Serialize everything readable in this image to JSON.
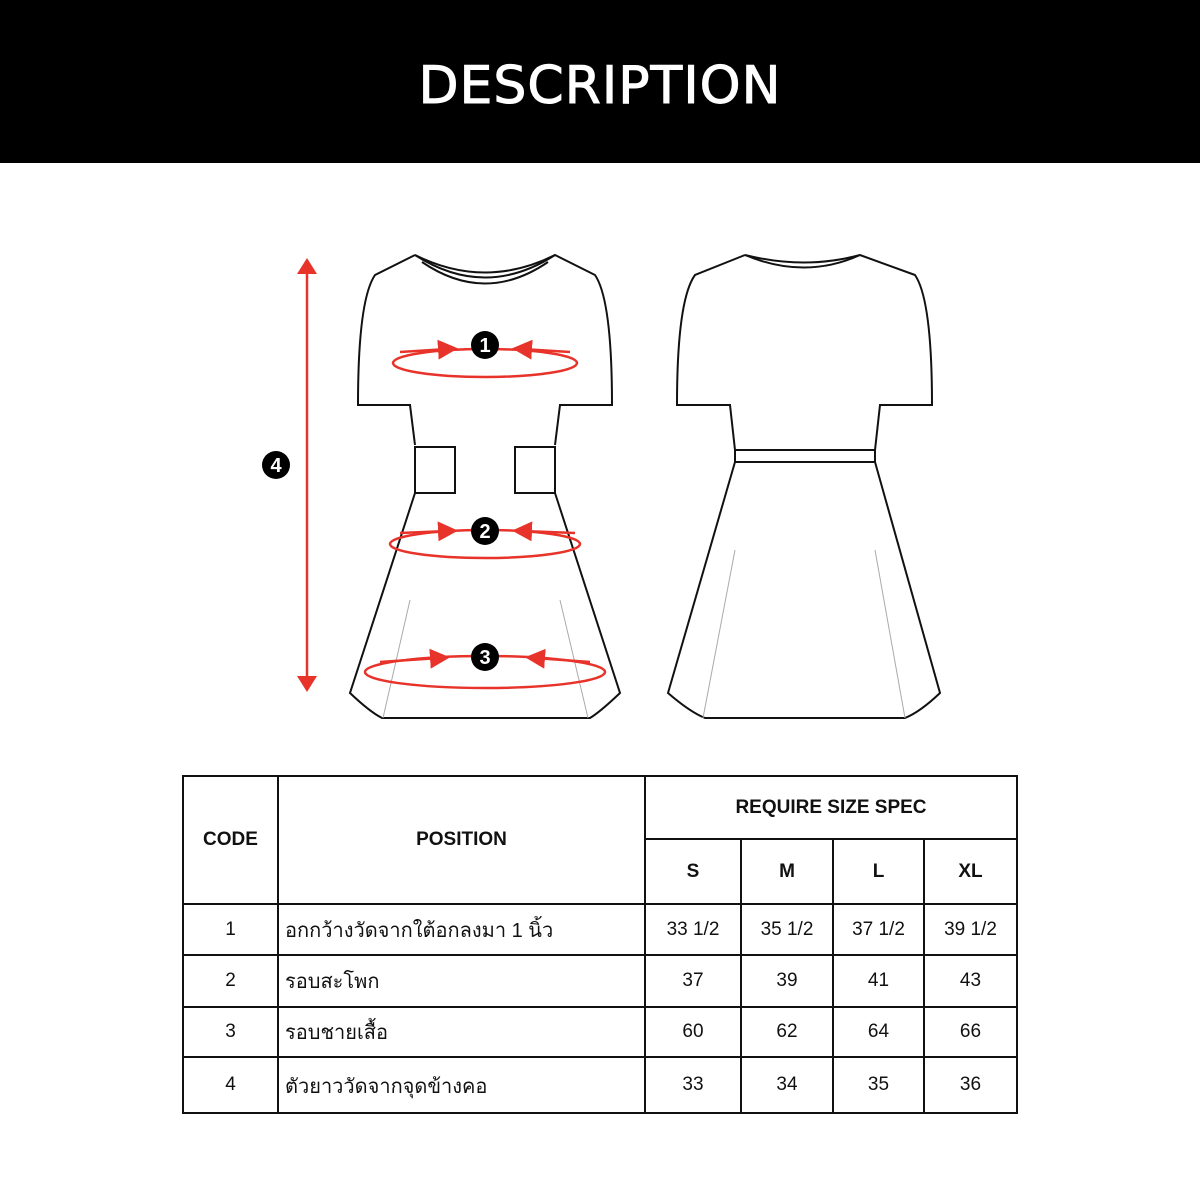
{
  "header": {
    "title": "DESCRIPTION"
  },
  "diagram": {
    "markers": [
      "1",
      "2",
      "3",
      "4"
    ],
    "colors": {
      "measure": "#e8332a",
      "outline": "#111111"
    }
  },
  "table": {
    "code_header": "CODE",
    "position_header": "POSITION",
    "spec_header": "REQUIRE SIZE SPEC",
    "sizes": [
      "S",
      "M",
      "L",
      "XL"
    ],
    "rows": [
      {
        "code": "1",
        "position": "อกกว้างวัดจากใต้อกลงมา 1 นิ้ว",
        "values": [
          "33 1/2",
          "35 1/2",
          "37 1/2",
          "39 1/2"
        ]
      },
      {
        "code": "2",
        "position": "รอบสะโพก",
        "values": [
          "37",
          "39",
          "41",
          "43"
        ]
      },
      {
        "code": "3",
        "position": "รอบชายเสื้อ",
        "values": [
          "60",
          "62",
          "64",
          "66"
        ]
      },
      {
        "code": "4",
        "position": "ตัวยาววัดจากจุดข้างคอ",
        "values": [
          "33",
          "34",
          "35",
          "36"
        ]
      }
    ]
  }
}
